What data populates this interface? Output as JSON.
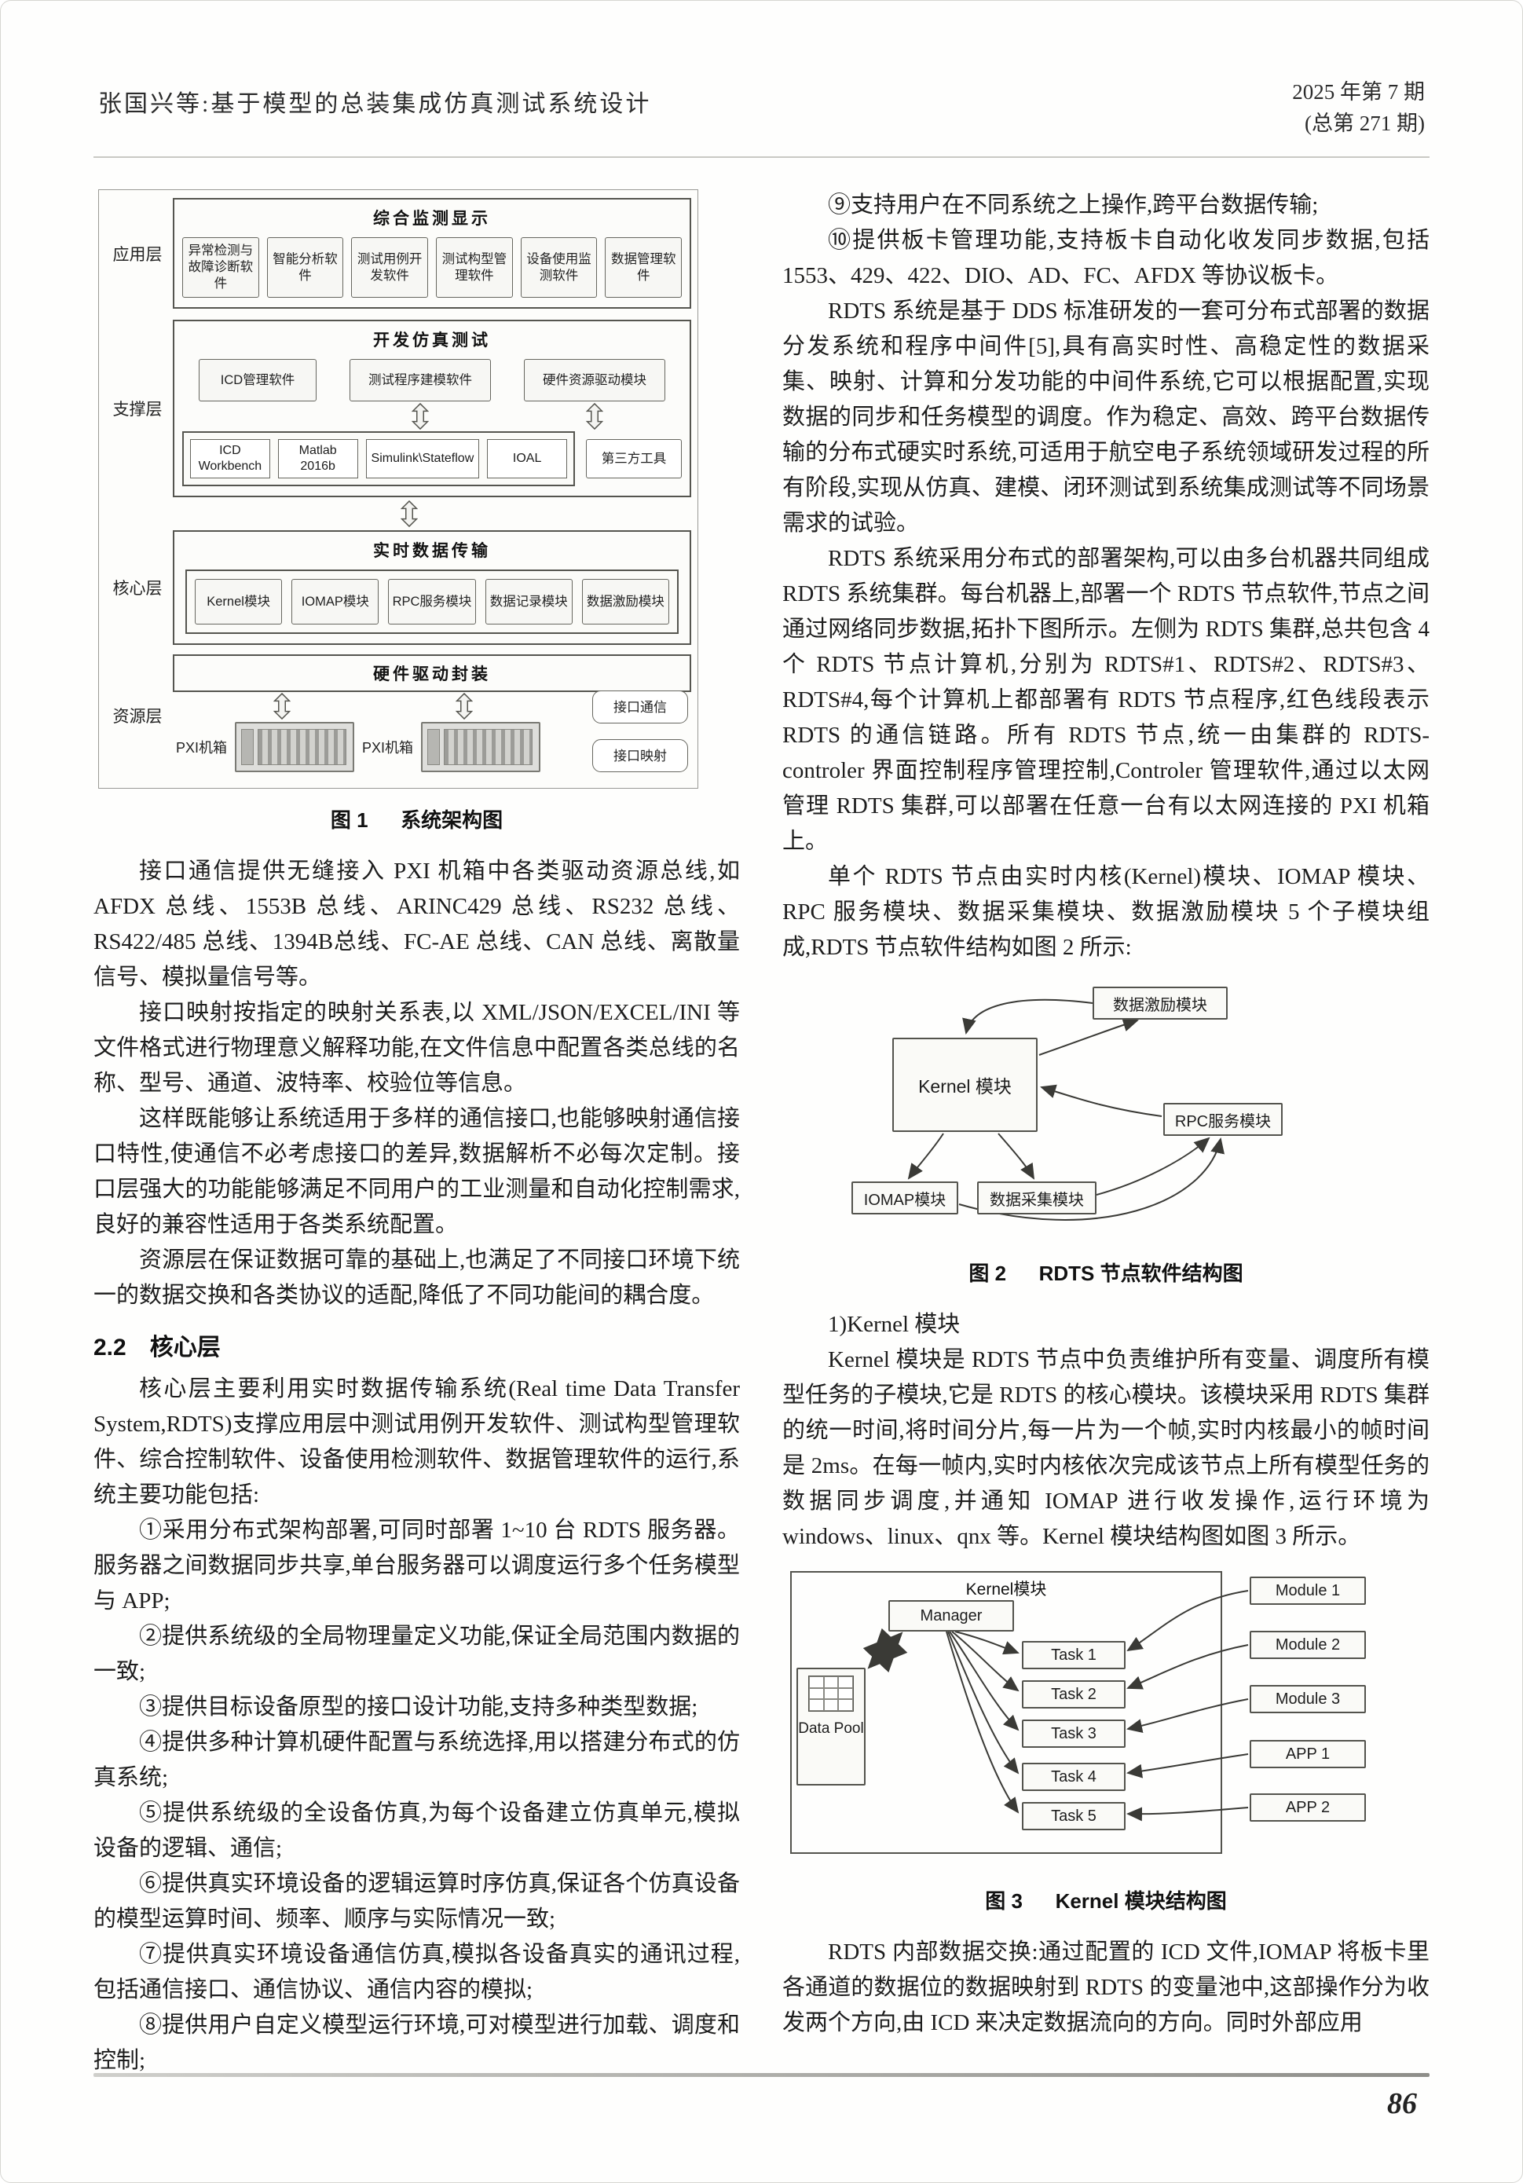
{
  "header": {
    "left": "张国兴等:基于模型的总装集成仿真测试系统设计",
    "right_line1": "2025 年第 7 期",
    "right_line2": "(总第 271 期)"
  },
  "footer": {
    "page_number": "86"
  },
  "fig1": {
    "caption_label": "图 1",
    "caption_text": "系统架构图",
    "layer_labels": [
      "应用层",
      "支撑层",
      "核心层",
      "资源层"
    ],
    "app": {
      "title": "综合监测显示",
      "items": [
        "异常检测与故障诊断软件",
        "智能分析软件",
        "测试用例开发软件",
        "测试构型管理软件",
        "设备使用监测软件",
        "数据管理软件"
      ]
    },
    "support": {
      "title": "开发仿真测试",
      "items": [
        "ICD管理软件",
        "测试程序建模软件",
        "硬件资源驱动模块"
      ],
      "tools": [
        "ICD Workbench",
        "Matlab 2016b",
        "Simulink\\Stateflow",
        "IOAL"
      ],
      "third_party": "第三方工具"
    },
    "core": {
      "title": "实时数据传输",
      "items": [
        "Kernel模块",
        "IOMAP模块",
        "RPC服务模块",
        "数据记录模块",
        "数据激励模块"
      ]
    },
    "resource": {
      "title": "硬件驱动封装",
      "chassis_labels": [
        "PXI机箱",
        "PXI机箱"
      ],
      "interfaces": [
        "接口通信",
        "接口映射"
      ]
    }
  },
  "left_col": {
    "paras": [
      "接口通信提供无缝接入 PXI 机箱中各类驱动资源总线,如 AFDX 总线、1553B 总线、ARINC429 总线、RS232 总线、RS422/485 总线、1394B总线、FC-AE 总线、CAN 总线、离散量信号、模拟量信号等。",
      "接口映射按指定的映射关系表,以 XML/JSON/EXCEL/INI 等文件格式进行物理意义解释功能,在文件信息中配置各类总线的名称、型号、通道、波特率、校验位等信息。",
      "这样既能够让系统适用于多样的通信接口,也能够映射通信接口特性,使通信不必考虑接口的差异,数据解析不必每次定制。接口层强大的功能能够满足不同用户的工业测量和自动化控制需求,良好的兼容性适用于各类系统配置。",
      "资源层在保证数据可靠的基础上,也满足了不同接口环境下统一的数据交换和各类协议的适配,降低了不同功能间的耦合度。"
    ],
    "section_heading": "2.2　核心层",
    "paras2": [
      "核心层主要利用实时数据传输系统(Real time Data Transfer System,RDTS)支撑应用层中测试用例开发软件、测试构型管理软件、综合控制软件、设备使用检测软件、数据管理软件的运行,系统主要功能包括:",
      "①采用分布式架构部署,可同时部署 1~10 台 RDTS 服务器。服务器之间数据同步共享,单台服务器可以调度运行多个任务模型与 APP;",
      "②提供系统级的全局物理量定义功能,保证全局范围内数据的一致;",
      "③提供目标设备原型的接口设计功能,支持多种类型数据;",
      "④提供多种计算机硬件配置与系统选择,用以搭建分布式的仿真系统;",
      "⑤提供系统级的全设备仿真,为每个设备建立仿真单元,模拟设备的逻辑、通信;",
      "⑥提供真实环境设备的逻辑运算时序仿真,保证各个仿真设备的模型运算时间、频率、顺序与实际情况一致;",
      "⑦提供真实环境设备通信仿真,模拟各设备真实的通讯过程,包括通信接口、通信协议、通信内容的模拟;",
      "⑧提供用户自定义模型运行环境,可对模型进行加载、调度和控制;"
    ]
  },
  "right_col": {
    "paras1": [
      "⑨支持用户在不同系统之上操作,跨平台数据传输;",
      "⑩提供板卡管理功能,支持板卡自动化收发同步数据,包括1553、429、422、DIO、AD、FC、AFDX 等协议板卡。",
      "RDTS 系统是基于 DDS 标准研发的一套可分布式部署的数据分发系统和程序中间件[5],具有高实时性、高稳定性的数据采集、映射、计算和分发功能的中间件系统,它可以根据配置,实现数据的同步和任务模型的调度。作为稳定、高效、跨平台数据传输的分布式硬实时系统,可适用于航空电子系统领域研发过程的所有阶段,实现从仿真、建模、闭环测试到系统集成测试等不同场景需求的试验。",
      "RDTS 系统采用分布式的部署架构,可以由多台机器共同组成 RDTS 系统集群。每台机器上,部署一个 RDTS 节点软件,节点之间通过网络同步数据,拓扑下图所示。左侧为 RDTS 集群,总共包含 4 个 RDTS 节点计算机,分别为 RDTS#1、RDTS#2、RDTS#3、RDTS#4,每个计算机上都部署有 RDTS 节点程序,红色线段表示 RDTS 的通信链路。所有 RDTS 节点,统一由集群的 RDTS-controler 界面控制程序管理控制,Controler 管理软件,通过以太网管理 RDTS 集群,可以部署在任意一台有以太网连接的 PXI 机箱上。",
      "单个 RDTS 节点由实时内核(Kernel)模块、IOMAP 模块、RPC 服务模块、数据采集模块、数据激励模块 5 个子模块组成,RDTS 节点软件结构如图 2 所示:"
    ],
    "fig2": {
      "caption_label": "图 2",
      "caption_text": "RDTS 节点软件结构图",
      "kernel": "Kernel 模块",
      "stimulus": "数据激励模块",
      "rpc": "RPC服务模块",
      "iomap": "IOMAP模块",
      "collect": "数据采集模块"
    },
    "kernel_heading": "1)Kernel 模块",
    "kernel_para": "Kernel 模块是 RDTS 节点中负责维护所有变量、调度所有模型任务的子模块,它是 RDTS 的核心模块。该模块采用 RDTS 集群的统一时间,将时间分片,每一片为一个帧,实时内核最小的帧时间是 2ms。在每一帧内,实时内核依次完成该节点上所有模型任务的数据同步调度,并通知 IOMAP 进行收发操作,运行环境为 windows、linux、qnx 等。Kernel 模块结构图如图 3 所示。",
    "fig3": {
      "caption_label": "图 3",
      "caption_text": "Kernel 模块结构图",
      "title": "Kernel模块",
      "manager": "Manager",
      "datapool": "Data Pool",
      "tasks": [
        "Task 1",
        "Task 2",
        "Task 3",
        "Task 4",
        "Task 5"
      ],
      "right_boxes": [
        "Module 1",
        "Module 2",
        "Module 3",
        "APP 1",
        "APP 2"
      ]
    },
    "last_para": "RDTS 内部数据交换:通过配置的 ICD 文件,IOMAP 将板卡里各通道的数据位的数据映射到 RDTS 的变量池中,这部操作分为收发两个方向,由 ICD 来决定数据流向的方向。同时外部应用"
  }
}
